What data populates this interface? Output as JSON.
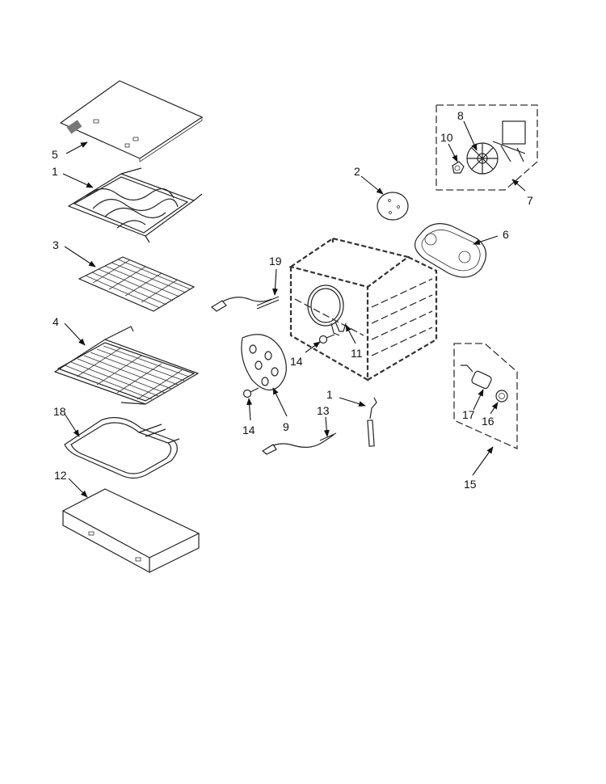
{
  "callouts": {
    "c5": "5",
    "c1_top": "1",
    "c3": "3",
    "c4": "4",
    "c18": "18",
    "c12": "12",
    "c8": "8",
    "c10": "10",
    "c7": "7",
    "c2": "2",
    "c6": "6",
    "c19": "19",
    "c14_a": "14",
    "c11": "11",
    "c14_b": "14",
    "c9": "9",
    "c1_mid": "1",
    "c13": "13",
    "c17": "17",
    "c16": "16",
    "c15": "15"
  },
  "colors": {
    "line": "#222222",
    "background": "#ffffff"
  }
}
